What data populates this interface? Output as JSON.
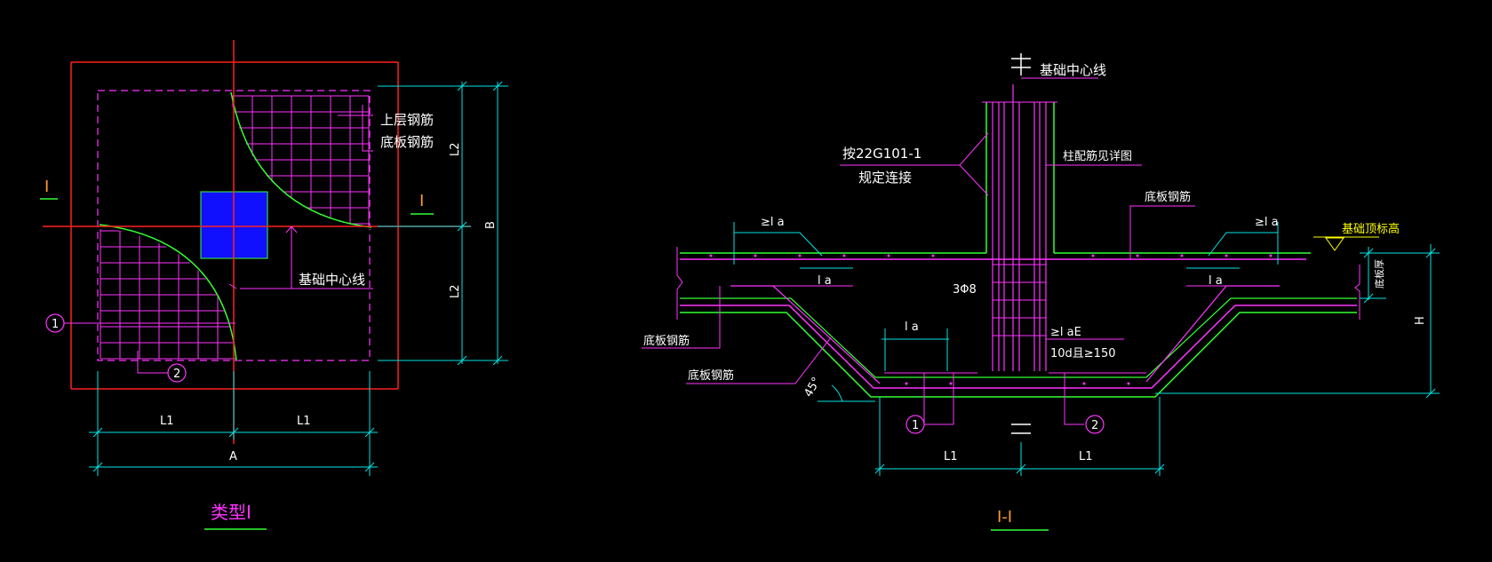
{
  "plan": {
    "section_mark_left": "I",
    "section_mark_right": "I",
    "top_rebar_label": "上层钢筋",
    "bottom_rebar_label": "底板钢筋",
    "foundation_centerline_label": "基础中心线",
    "dim_l2_top": "L2",
    "dim_l2_bottom": "L2",
    "dim_b": "B",
    "dim_l1_left": "L1",
    "dim_l1_right": "L1",
    "dim_a": "A",
    "callout_1": "1",
    "callout_2": "2",
    "title": "类型I"
  },
  "section": {
    "foundation_centerline_label": "基础中心线",
    "connection_note_line1": "按22G101-1",
    "connection_note_line2": "规定连接",
    "column_rebar_note": "柱配筋见详图",
    "bottom_rebar_label_top": "底板钢筋",
    "la_top_left": "≥l a",
    "la_top_right": "≥l a",
    "la_inner_left": "l a",
    "la_inner_right": "l a",
    "la_bottom": "l a",
    "stirrup_note": "3Φ8",
    "lae_note": "≥l aE",
    "d_note": "10d且≥150",
    "top_elevation_label": "基础顶标高",
    "slab_thickness_label": "底板厚",
    "dim_h": "H",
    "bottom_rebar_label_left": "底板钢筋",
    "bottom_rebar_label_lower": "底板钢筋",
    "angle_label": "45°",
    "callout_1": "1",
    "callout_2": "2",
    "dim_l1_left": "L1",
    "dim_l1_right": "L1",
    "title": "I-I"
  },
  "colors": {
    "background": "#000000",
    "axis_red": "#ff2020",
    "rebar_magenta": "#ff33ff",
    "concrete_green": "#33ff33",
    "dim_cyan": "#00e5e5",
    "column_blue": "#1010ff",
    "text_white": "#ffffff",
    "text_yellow": "#ffff00",
    "text_orange": "#ff9933"
  }
}
